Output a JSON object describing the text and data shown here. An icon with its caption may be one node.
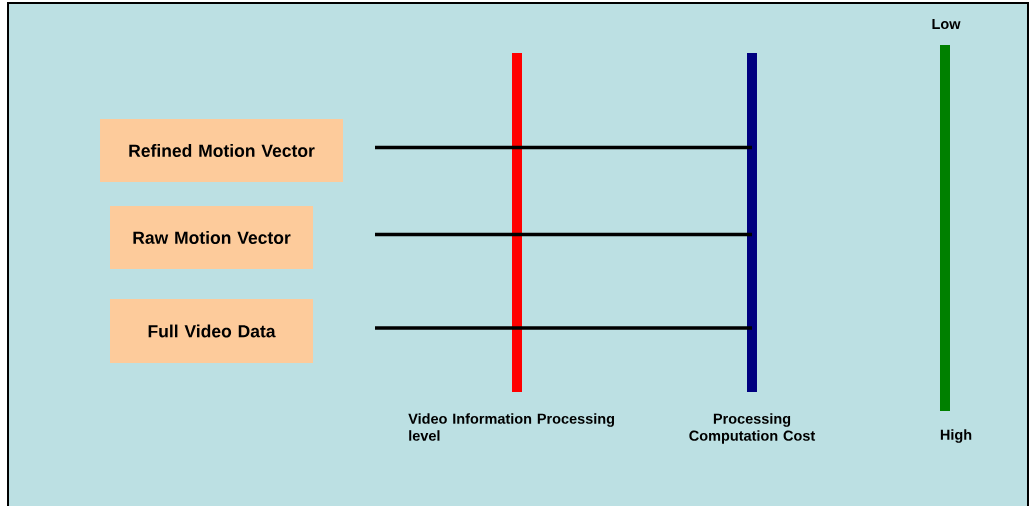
{
  "diagram": {
    "nodes": [
      {
        "text": [
          "Refined Motion Vector"
        ]
      },
      {
        "text": [
          "Raw Motion Vector"
        ]
      },
      {
        "text": [
          "Full Video Data"
        ]
      },
      {
        "text": [],
        "shape": "bar",
        "beside": [
          "Video Information Processing level"
        ]
      },
      {
        "text": [],
        "shape": "bar",
        "beside": [
          "Processing Computation Cost"
        ]
      },
      {
        "text": [],
        "shape": "bar",
        "beside": [
          "Low",
          "High"
        ]
      }
    ],
    "edges": [
      {
        "from": 0,
        "to": 4,
        "arrow": "none"
      },
      {
        "from": 1,
        "to": 4,
        "arrow": "none"
      },
      {
        "from": 2,
        "to": 4,
        "arrow": "none"
      }
    ]
  }
}
